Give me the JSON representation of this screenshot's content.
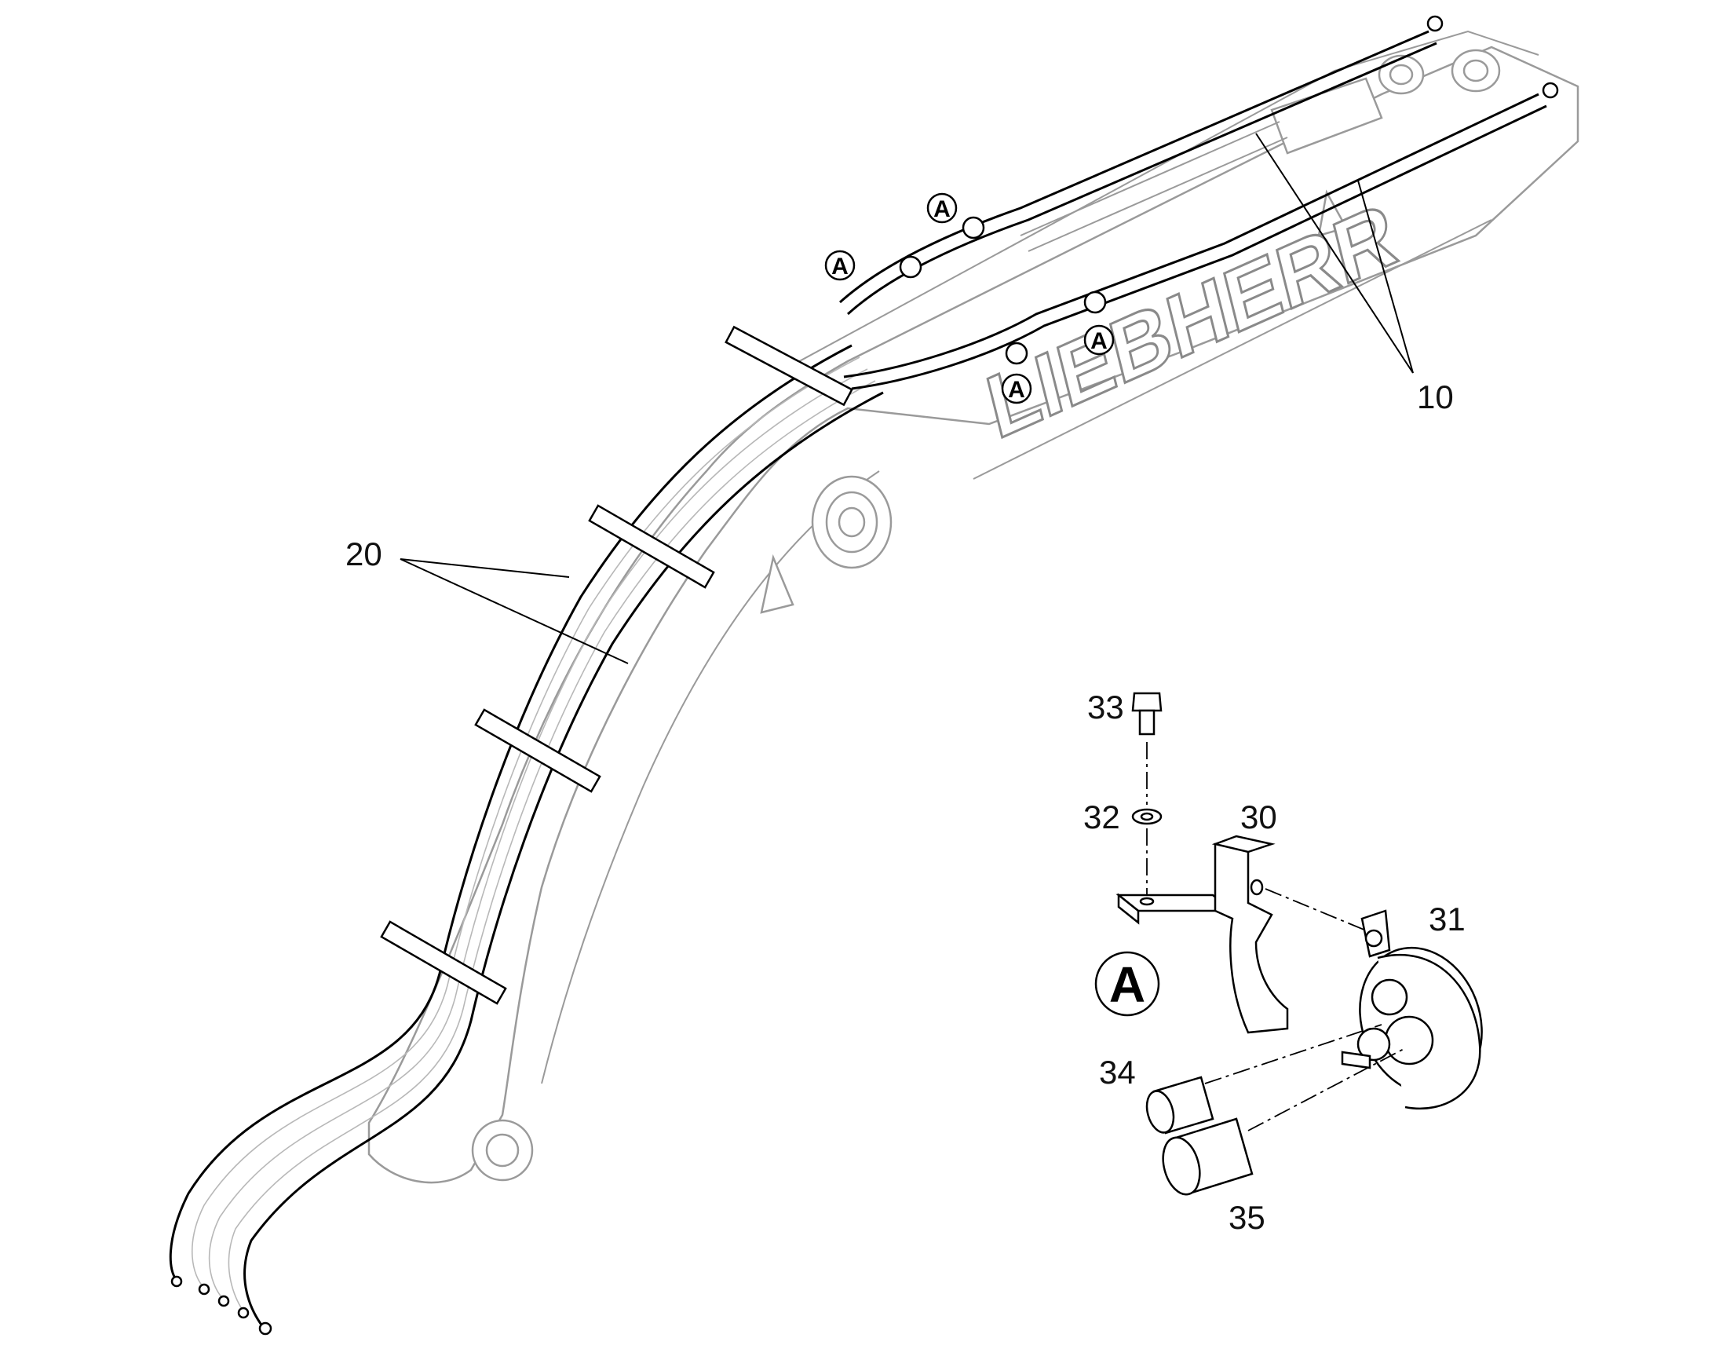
{
  "brand_text": "LIEBHERR",
  "detail": {
    "marker_letter": "A"
  },
  "view_markers": [
    "A",
    "A",
    "A",
    "A"
  ],
  "callouts": {
    "c10": "10",
    "c20": "20",
    "c30": "30",
    "c31": "31",
    "c32": "32",
    "c33": "33",
    "c34": "34",
    "c35": "35"
  }
}
